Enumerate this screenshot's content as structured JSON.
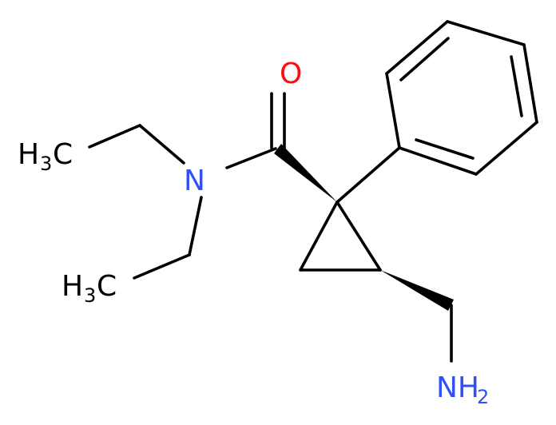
{
  "molecule": {
    "atoms": {
      "oxygen": {
        "symbol": "O",
        "color": "#ff0d0d"
      },
      "nitrogen": {
        "symbol": "N",
        "color": "#3050f8"
      },
      "methyl_upper": {
        "symbol": "H",
        "count": "3",
        "tail": "C",
        "color": "#000000"
      },
      "methyl_lower": {
        "symbol": "H",
        "count": "3",
        "tail": "C",
        "color": "#000000"
      },
      "amine": {
        "symbol": "NH",
        "count": "2",
        "color": "#3050f8"
      }
    }
  }
}
